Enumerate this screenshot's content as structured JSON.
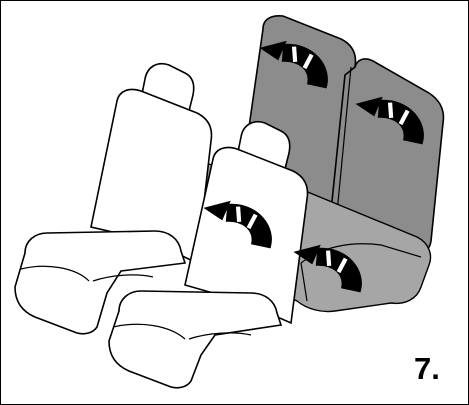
{
  "figure": {
    "step_label": "7.",
    "colors": {
      "seat_fill": "#ffffff",
      "folded_seat_fill": "#8c8c8c",
      "folded_seat_cushion_fill": "#a6a6a6",
      "outline": "#000000",
      "arrow_fill": "#000000",
      "arrow_band": "#ffffff"
    },
    "icons": [
      "front-seat-left",
      "front-seat-right",
      "rear-bench-folding",
      "fold-arrow"
    ]
  }
}
